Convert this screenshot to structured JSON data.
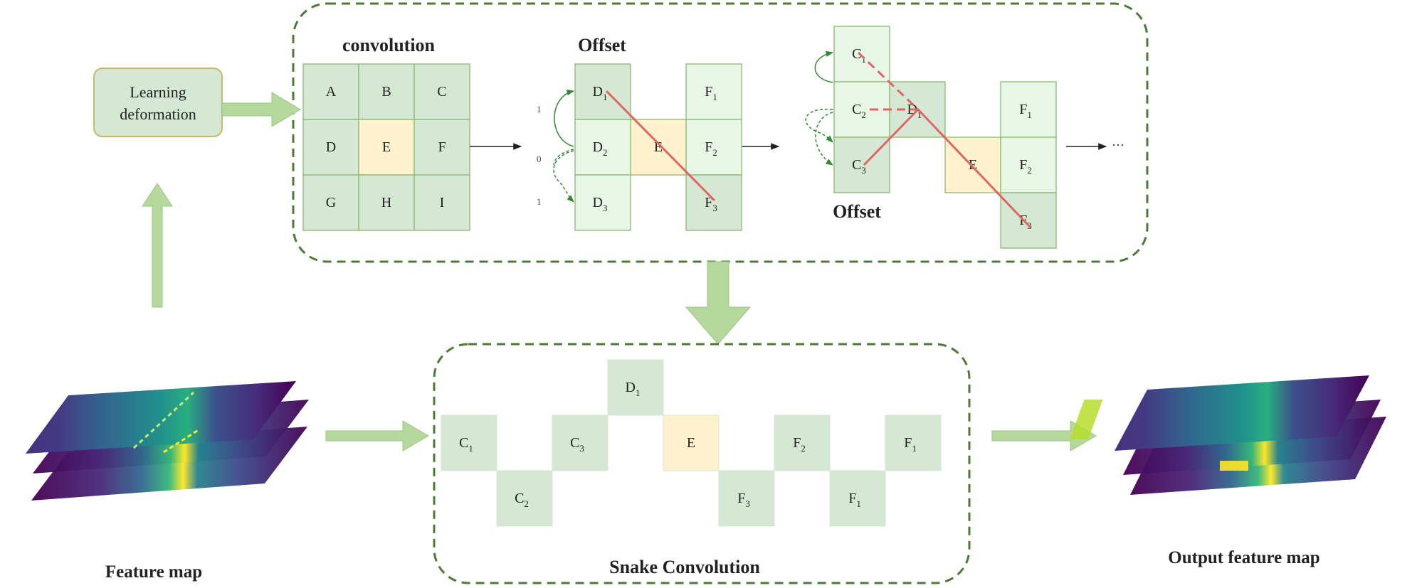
{
  "colors": {
    "cell_green": "#d5e8d4",
    "cell_light": "#e8f6e6",
    "cell_center": "#fff2cc",
    "cell_stroke": "#82b366",
    "dashed_border": "#4d7a37",
    "arrow_fill": "#b5d89c",
    "red_line": "#e06666",
    "offset_arrow": "#2e8b2e"
  },
  "learning_box": {
    "line1": "Learning",
    "line2": "deformation"
  },
  "convolution": {
    "title": "convolution",
    "cells": [
      "A",
      "B",
      "C",
      "D",
      "E",
      "F",
      "G",
      "H",
      "I"
    ]
  },
  "offset1": {
    "title": "Offset",
    "left_column": [
      {
        "main": "D",
        "sub": "1"
      },
      {
        "main": "D",
        "sub": "2"
      },
      {
        "main": "D",
        "sub": "3"
      }
    ],
    "center": "E",
    "right_column": [
      {
        "main": "F",
        "sub": "1"
      },
      {
        "main": "F",
        "sub": "2"
      },
      {
        "main": "F",
        "sub": "3"
      }
    ],
    "offset_numbers": [
      "1",
      "0",
      "1"
    ]
  },
  "offset2": {
    "title": "Offset",
    "left_column": [
      {
        "main": "C",
        "sub": "1"
      },
      {
        "main": "C",
        "sub": "2"
      },
      {
        "main": "C",
        "sub": "3"
      }
    ],
    "d_cell": {
      "main": "D",
      "sub": "1"
    },
    "center": "E",
    "right_column": [
      {
        "main": "F",
        "sub": "1"
      },
      {
        "main": "F",
        "sub": "2"
      },
      {
        "main": "F",
        "sub": "3"
      }
    ],
    "ellipsis": "···"
  },
  "snake": {
    "title": "Snake Convolution",
    "cells": [
      {
        "main": "C",
        "sub": "1"
      },
      {
        "main": "C",
        "sub": "2"
      },
      {
        "main": "C",
        "sub": "3"
      },
      {
        "main": "D",
        "sub": "1"
      },
      {
        "main": "E",
        "sub": ""
      },
      {
        "main": "F",
        "sub": "3"
      },
      {
        "main": "F",
        "sub": "2"
      },
      {
        "main": "F",
        "sub": "1"
      },
      {
        "main": "F",
        "sub": "1"
      }
    ]
  },
  "feature_map_label": "Feature map",
  "output_feature_map_label": "Output feature map"
}
